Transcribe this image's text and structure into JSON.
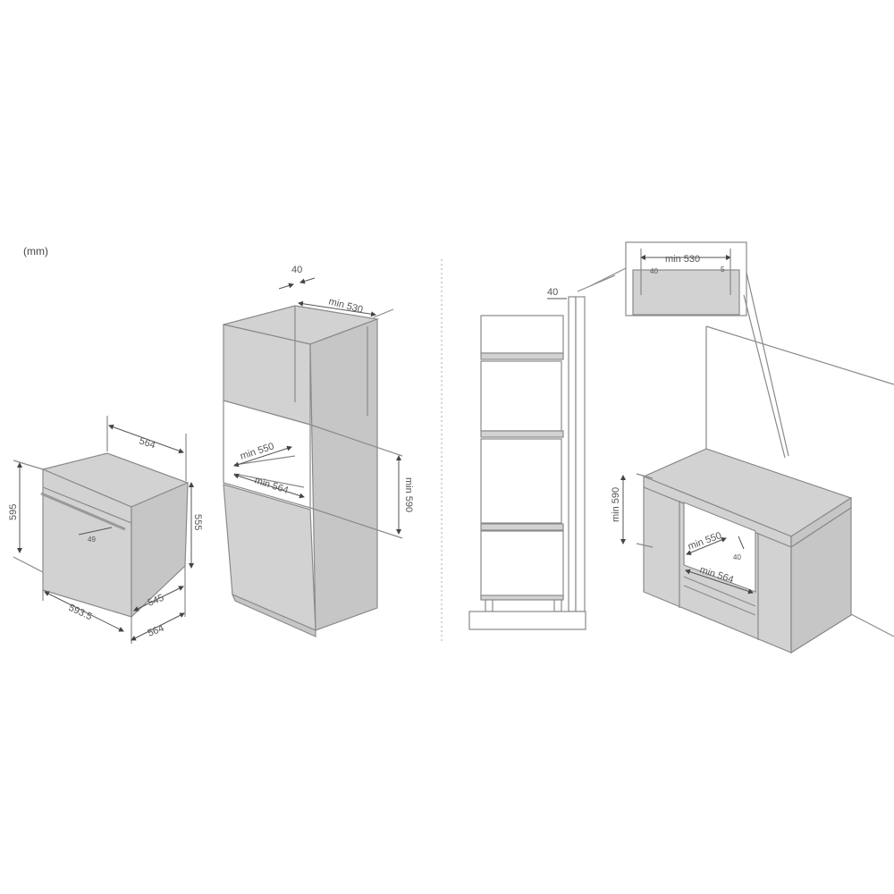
{
  "unit_label": "(mm)",
  "oven": {
    "width_top": "564",
    "height_front": "595",
    "height_side": "555",
    "handle_offset": "49",
    "front_width": "593.5",
    "depth": "545",
    "width_bottom": "564"
  },
  "tall_cabinet": {
    "vent_gap": "40",
    "depth": "min 530",
    "niche_depth": "min 550",
    "niche_width": "min 564",
    "niche_height": "min 590"
  },
  "side_view": {
    "vent_gap": "40"
  },
  "under_counter": {
    "inset_depth": "min 530",
    "inset_gap": "40",
    "inset_small": "5",
    "niche_height": "min 590",
    "niche_depth": "min 550",
    "niche_width": "min 564",
    "vent": "40"
  }
}
